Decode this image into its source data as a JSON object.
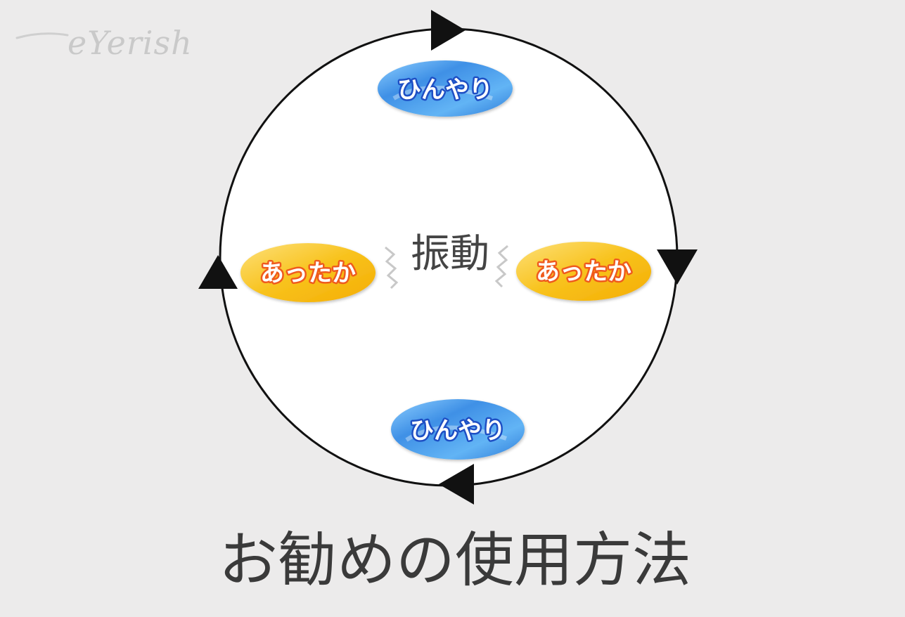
{
  "logo": {
    "text": "eYerish",
    "color": "#c9c9c9"
  },
  "diagram": {
    "center_label": "振動",
    "nodes": [
      {
        "id": "top",
        "label": "ひんやり",
        "kind": "cool"
      },
      {
        "id": "right",
        "label": "あったか",
        "kind": "warm"
      },
      {
        "id": "bottom",
        "label": "ひんやり",
        "kind": "cool"
      },
      {
        "id": "left",
        "label": "あったか",
        "kind": "warm"
      }
    ],
    "direction": "clockwise",
    "colors": {
      "cool": "#4d9be0",
      "warm": "#f9be14",
      "ring": "#111111",
      "background": "#ecebeb"
    }
  },
  "title": "お勧めの使用方法"
}
